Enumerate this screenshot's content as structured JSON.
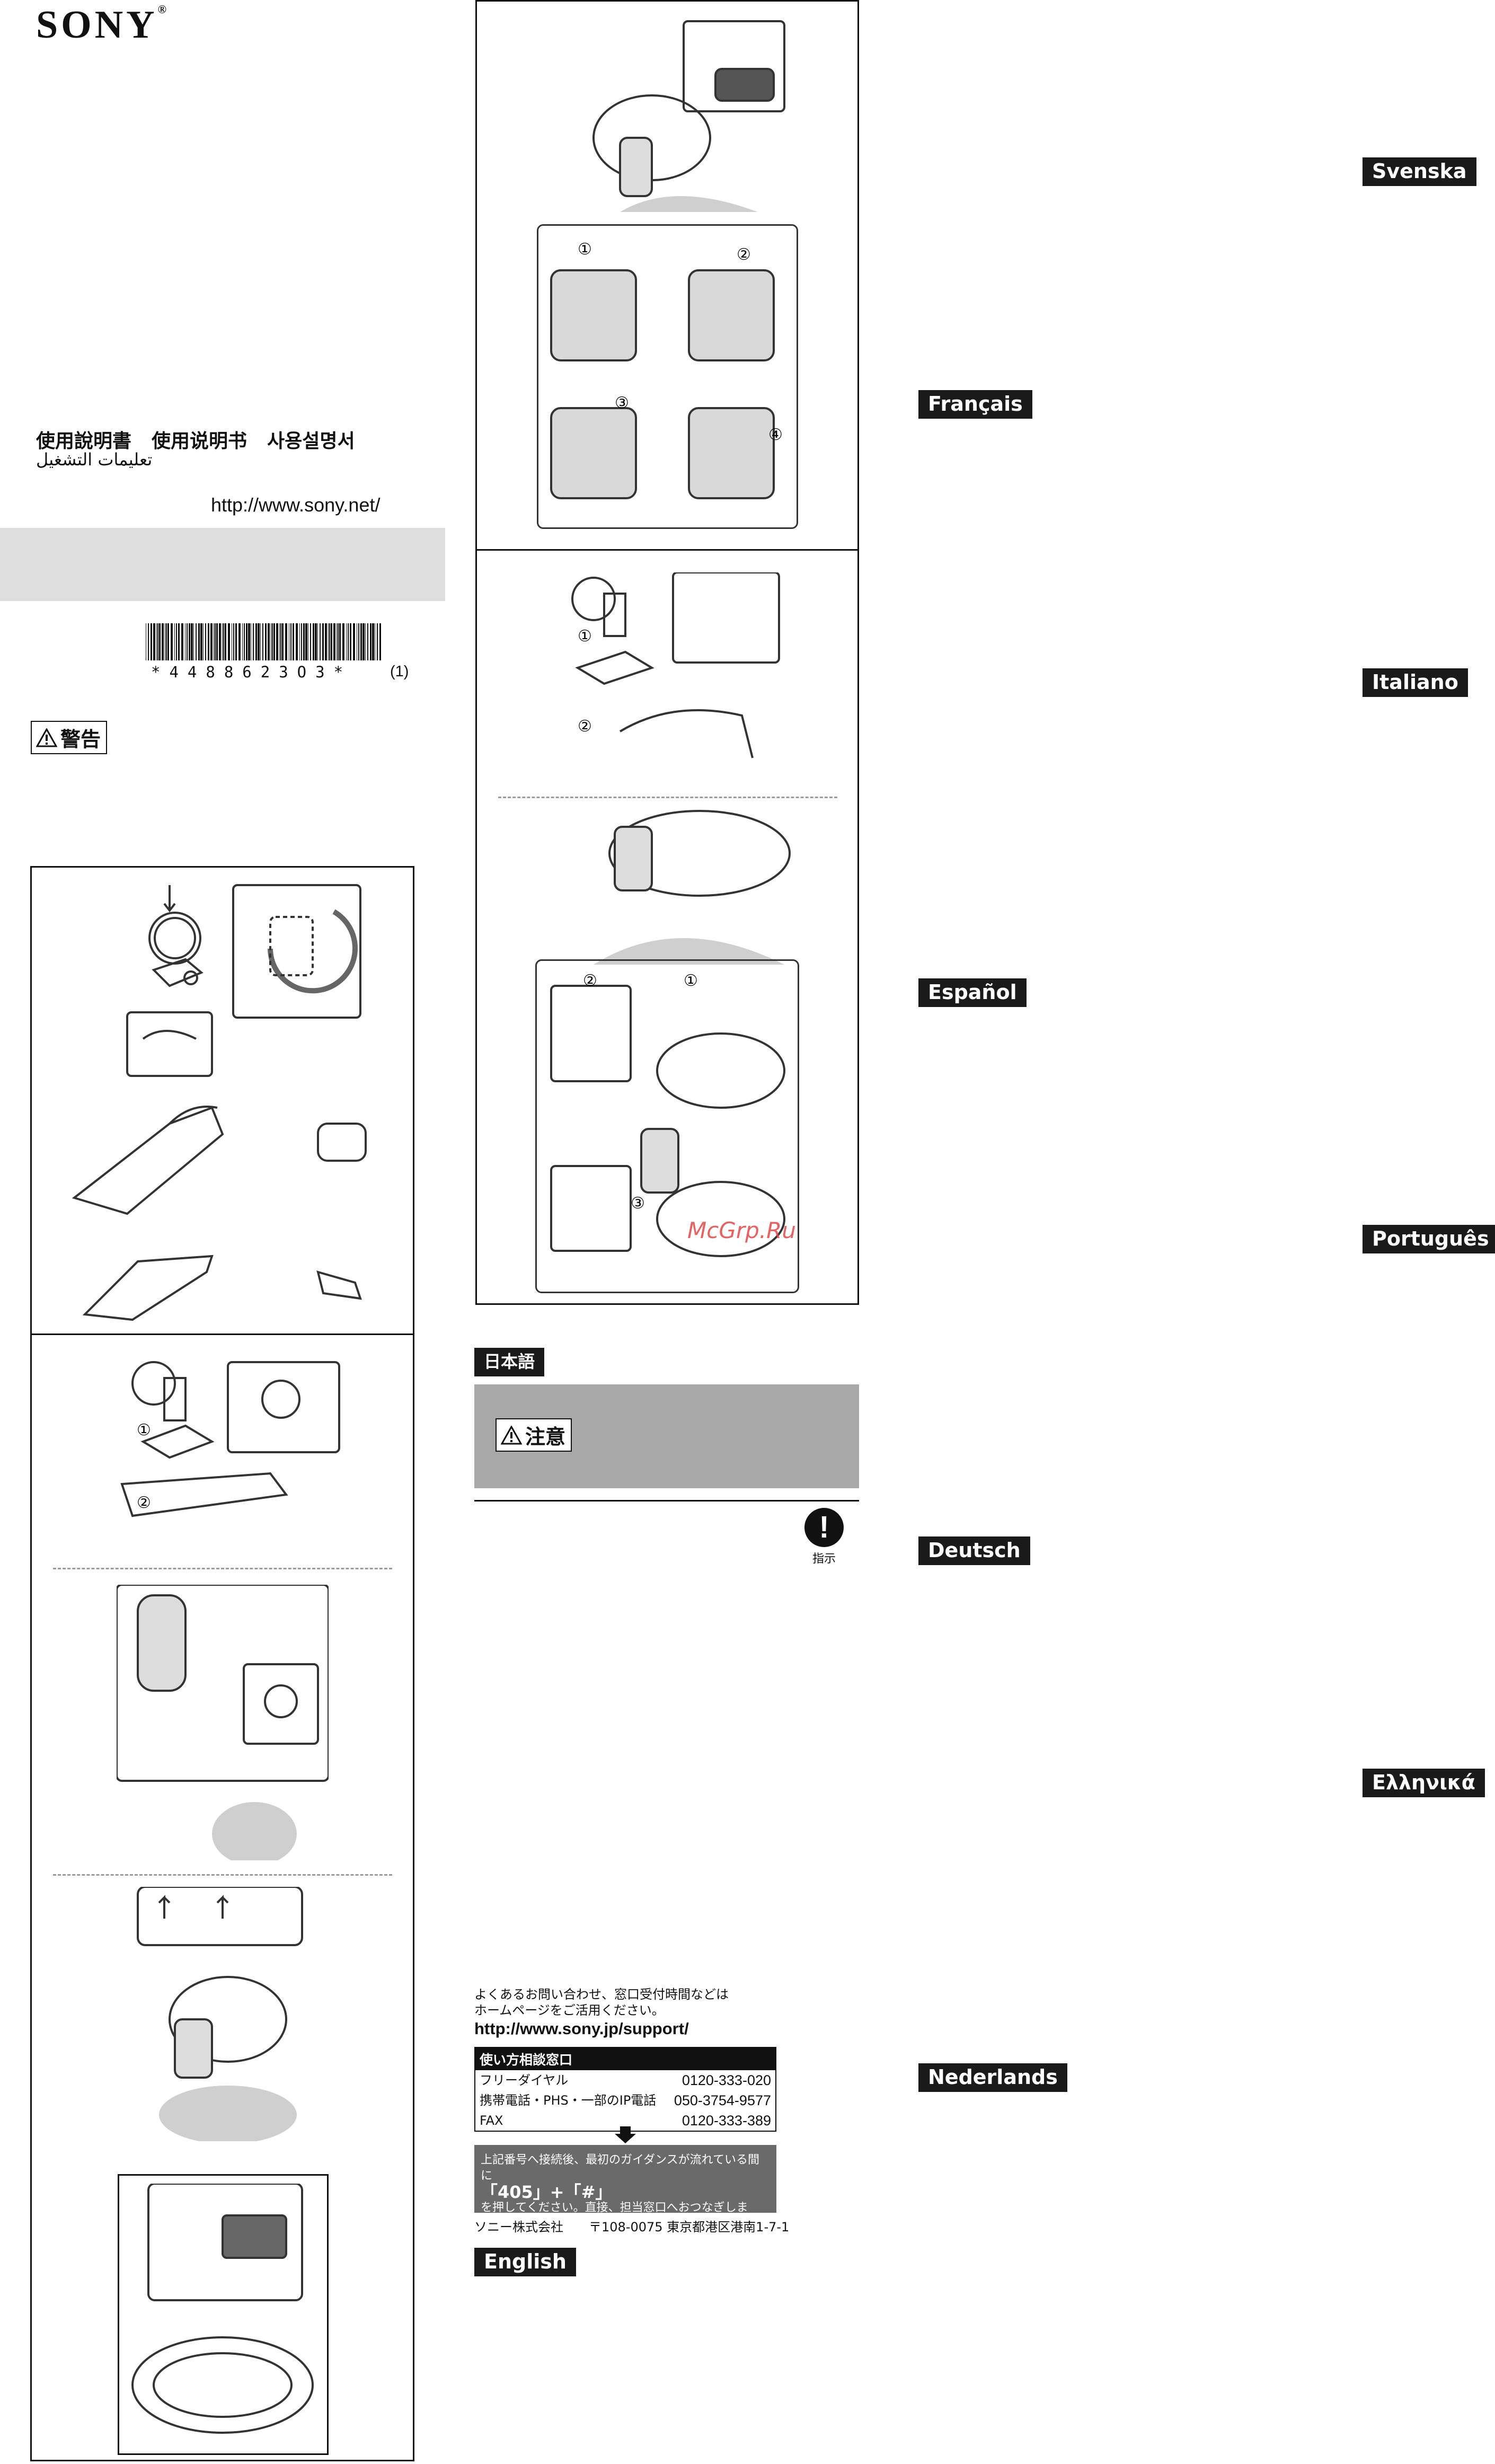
{
  "brand": {
    "logo": "SONY",
    "logo_mark": "®"
  },
  "cover": {
    "titles": [
      "使用說明書",
      "使用说明书",
      "사용설명서"
    ],
    "arabic_title": "تعليمات التشغيل",
    "url": "http://www.sony.net/",
    "barcode_number": "*4488623O3*",
    "barcode_suffix": "(1)",
    "warning_label": "警告"
  },
  "steps": {
    "markers": [
      "①",
      "②",
      "③",
      "④"
    ]
  },
  "japanese": {
    "lang_label": "日本語",
    "caution_label": "注意",
    "instruction_icon": "!",
    "instruction_label": "指示",
    "support_intro": [
      "よくあるお問い合わせ、窓口受付時間などは",
      "ホームページをご活用ください。"
    ],
    "support_url": "http://www.sony.jp/support/",
    "contact": {
      "heading": "使い方相談窓口",
      "rows": [
        {
          "label": "フリーダイヤル",
          "number": "0120-333-020"
        },
        {
          "label": "携帯電話・PHS・一部のIP電話",
          "number": "050-3754-9577"
        },
        {
          "label": "FAX",
          "number": "0120-333-389"
        }
      ]
    },
    "guide": {
      "line1": "上記番号へ接続後、最初のガイダンスが流れている間に",
      "line2": "「405」+「#」",
      "line3": "を押してください。直接、担当窓口へおつなぎします。"
    },
    "company": "ソニー株式会社",
    "address": "〒108-0075 東京都港区港南1-7-1"
  },
  "languages": {
    "english": "English",
    "svenska": "Svenska",
    "francais": "Français",
    "italiano": "Italiano",
    "espanol": "Español",
    "portugues": "Português",
    "deutsch": "Deutsch",
    "ellinika": "Ελληνικά",
    "nederlands": "Nederlands"
  },
  "watermark": "McGrp.Ru",
  "colors": {
    "ink": "#111111",
    "grey_panel": "#a8a8a8",
    "light_grey": "#dedede",
    "label_bg": "#1a1a1a"
  }
}
